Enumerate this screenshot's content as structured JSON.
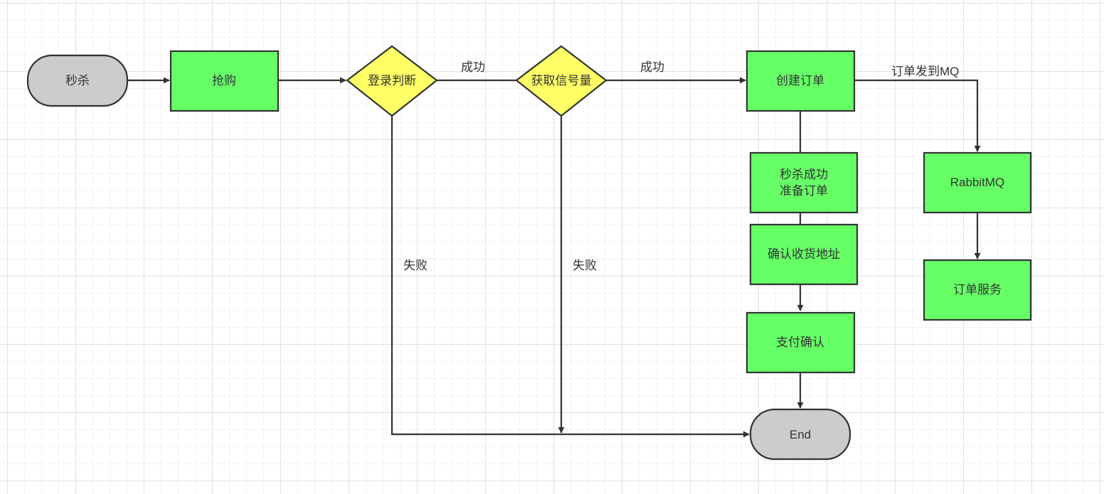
{
  "colors": {
    "process_fill": "#66ff66",
    "terminal_fill": "#cccccc",
    "decision_fill": "#ffff66",
    "stroke": "#333333",
    "text": "#333333"
  },
  "nodes": {
    "seckill": "秒杀",
    "snap_up": "抢购",
    "login_check": "登录判断",
    "get_semaphore": "获取信号量",
    "create_order": "创建订单",
    "seckill_success_line1": "秒杀成功",
    "seckill_success_line2": "准备订单",
    "confirm_address": "确认收货地址",
    "pay_confirm": "支付确认",
    "end": "End",
    "rabbitmq": "RabbitMQ",
    "order_service": "订单服务"
  },
  "edges": {
    "login_success": "成功",
    "semaphore_success": "成功",
    "send_to_mq": "订单发到MQ",
    "login_fail": "失败",
    "semaphore_fail": "失败"
  }
}
